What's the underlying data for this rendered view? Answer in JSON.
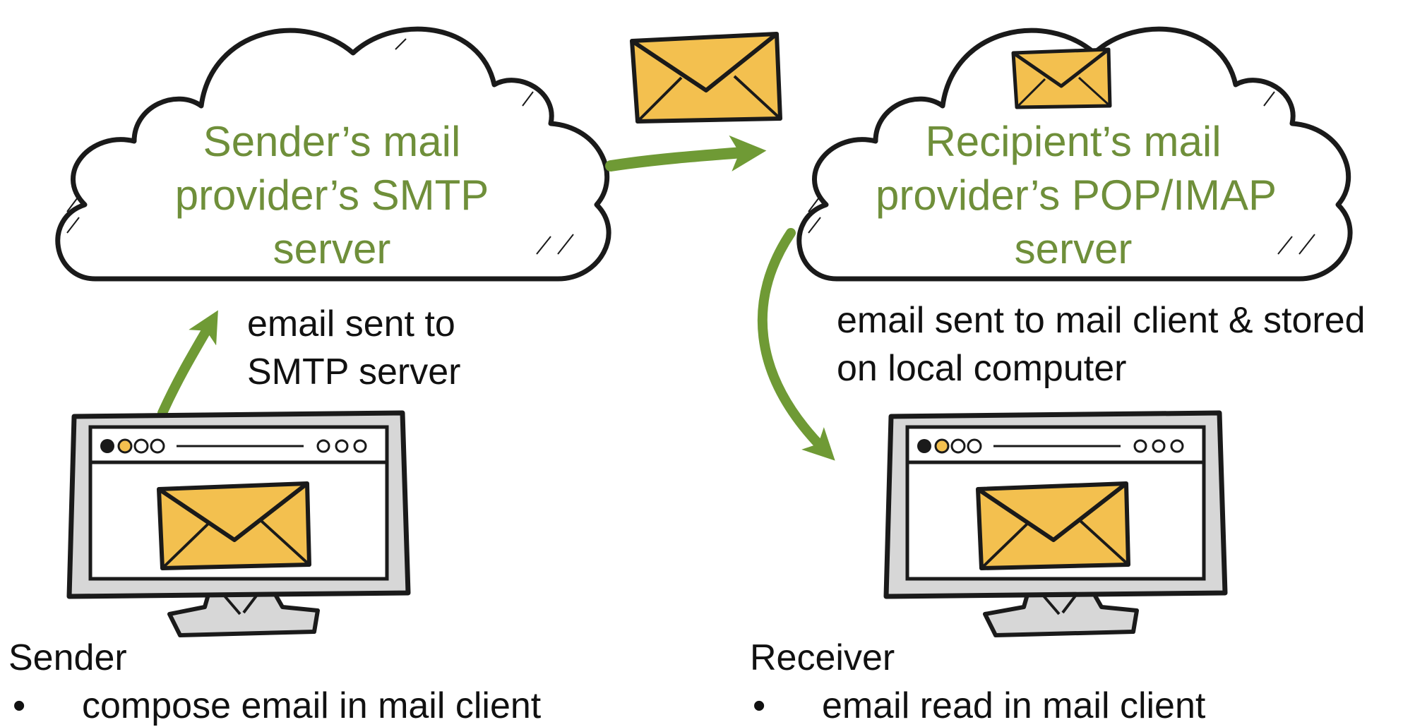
{
  "colors": {
    "label_green": "#6f8f3a",
    "arrow_green": "#6f9a35",
    "envelope_fill": "#f3c04f",
    "outline": "#1a1a1a",
    "monitor_bezel": "#d7d7d7"
  },
  "sender_cloud": {
    "label_lines": [
      "Sender’s mail",
      "provider’s SMTP",
      "server"
    ]
  },
  "recipient_cloud": {
    "label_lines": [
      "Recipient’s mail",
      "provider’s POP/IMAP",
      "server"
    ]
  },
  "notes": {
    "to_smtp": [
      "email sent to",
      "SMTP server"
    ],
    "to_client": [
      "email sent to mail client & stored",
      "on local computer"
    ]
  },
  "sender": {
    "title": "Sender",
    "bullet_symbol": "•",
    "bullet": "compose email in mail client"
  },
  "receiver": {
    "title": "Receiver",
    "bullet_symbol": "•",
    "bullet": "email read in mail client"
  },
  "icons": {
    "cloud": "cloud-icon",
    "envelope": "envelope-icon",
    "monitor": "monitor-icon",
    "arrow": "arrow-icon"
  }
}
